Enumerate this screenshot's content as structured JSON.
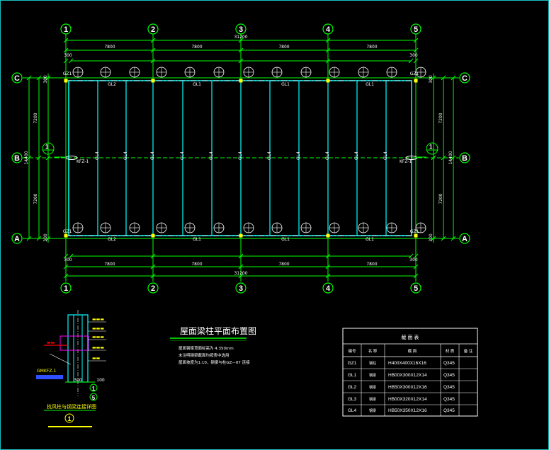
{
  "plan": {
    "title": "屋面梁柱平面布置图",
    "notes": [
      "屋面钢梁顶面标高为 4.350mm",
      "未注明钢梁截面均按表中选用",
      "屋面坡度为1:10，钢梁与柱GZ—07 连接"
    ],
    "column_axes": [
      "1",
      "2",
      "3",
      "4",
      "5"
    ],
    "row_axes": [
      "C",
      "B",
      "A"
    ],
    "top_dims": [
      "7800",
      "7800",
      "7800",
      "7800"
    ],
    "top_total": "31200",
    "bottom_dims": [
      "7800",
      "7800",
      "7800",
      "7800"
    ],
    "bottom_total": "31200",
    "left_dims": [
      "7200",
      "7200"
    ],
    "left_total": "14400",
    "right_dims": [
      "7200",
      "7200"
    ],
    "right_total": "14400",
    "offset_label": "300",
    "beam_labels": {
      "top": [
        "GL2",
        "GL1",
        "GL1",
        "GL1"
      ],
      "bottom": [
        "GL2",
        "GL1",
        "GL1",
        "GL1"
      ],
      "mid": "GL4"
    },
    "column_label": "GZ1",
    "bracing_label": "KFZ-1",
    "section_mark": "1"
  },
  "detail": {
    "title": "抗风柱与钢梁连接详图",
    "number": "1",
    "dims": [
      "300",
      "100"
    ],
    "axis": "1",
    "axis2": "5",
    "label": "GMKFZ-1"
  },
  "table": {
    "title": "截 面 表",
    "headers": [
      "编号",
      "名 称",
      "截 面",
      "材 质",
      "备 注"
    ],
    "rows": [
      {
        "code": "GZ1",
        "name": "钢柱",
        "section": "H400X400X16X16",
        "material": "Q345",
        "remark": ""
      },
      {
        "code": "GL1",
        "name": "钢梁",
        "section": "HB00X300X12X14",
        "material": "Q345",
        "remark": ""
      },
      {
        "code": "GL2",
        "name": "钢梁",
        "section": "HB50X300X12X16",
        "material": "Q345",
        "remark": ""
      },
      {
        "code": "GL3",
        "name": "钢梁",
        "section": "HB00X320X12X14",
        "material": "Q345",
        "remark": ""
      },
      {
        "code": "GL4",
        "name": "钢梁",
        "section": "HB50X350X12X16",
        "material": "Q345",
        "remark": ""
      }
    ]
  },
  "colors": {
    "background": "#000000",
    "grid": "#00ff00",
    "beam": "#00ffff",
    "text": "#ffffff",
    "accent": "#ffff00",
    "red": "#ff0000",
    "magenta": "#ff00ff",
    "blue": "#3050ff"
  }
}
